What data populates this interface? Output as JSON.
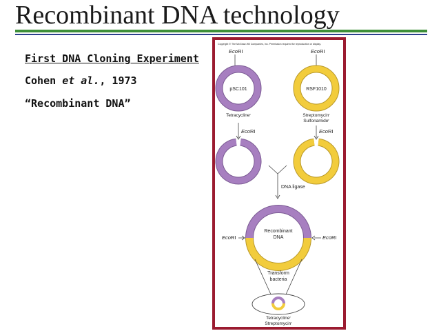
{
  "slide": {
    "title": "Recombinant DNA technology",
    "line1": "First DNA Cloning Experiment",
    "line2_prefix": "Cohen ",
    "line2_italic": "et al.",
    "line2_suffix": ", 1973",
    "line3": "“Recombinant DNA”"
  },
  "figure": {
    "copyright": "Copyright © The McGraw-Hill Companies, Inc. Permission required for reproduction or display.",
    "enzyme_ital": "Eco",
    "enzyme_rest": "RI",
    "plasmid_left": "pSC101",
    "plasmid_right": "RSF1010",
    "marker_left": "Tetracycline",
    "marker_right_1": "Streptomycin",
    "marker_right_2": "Sulfonamide",
    "superscript_r": "r",
    "ligase": "DNA ligase",
    "recombinant_1": "Recombinant",
    "recombinant_2": "DNA",
    "transform_1": "Transform",
    "transform_2": "bacteria",
    "final_1": "Tetracycline",
    "final_2": "Streptomycin",
    "colors": {
      "border": "#9b1b30",
      "purple": "#a77fc0",
      "purple_edge": "#7a5a92",
      "yellow": "#f2cc3c",
      "yellow_edge": "#b8982a"
    }
  }
}
